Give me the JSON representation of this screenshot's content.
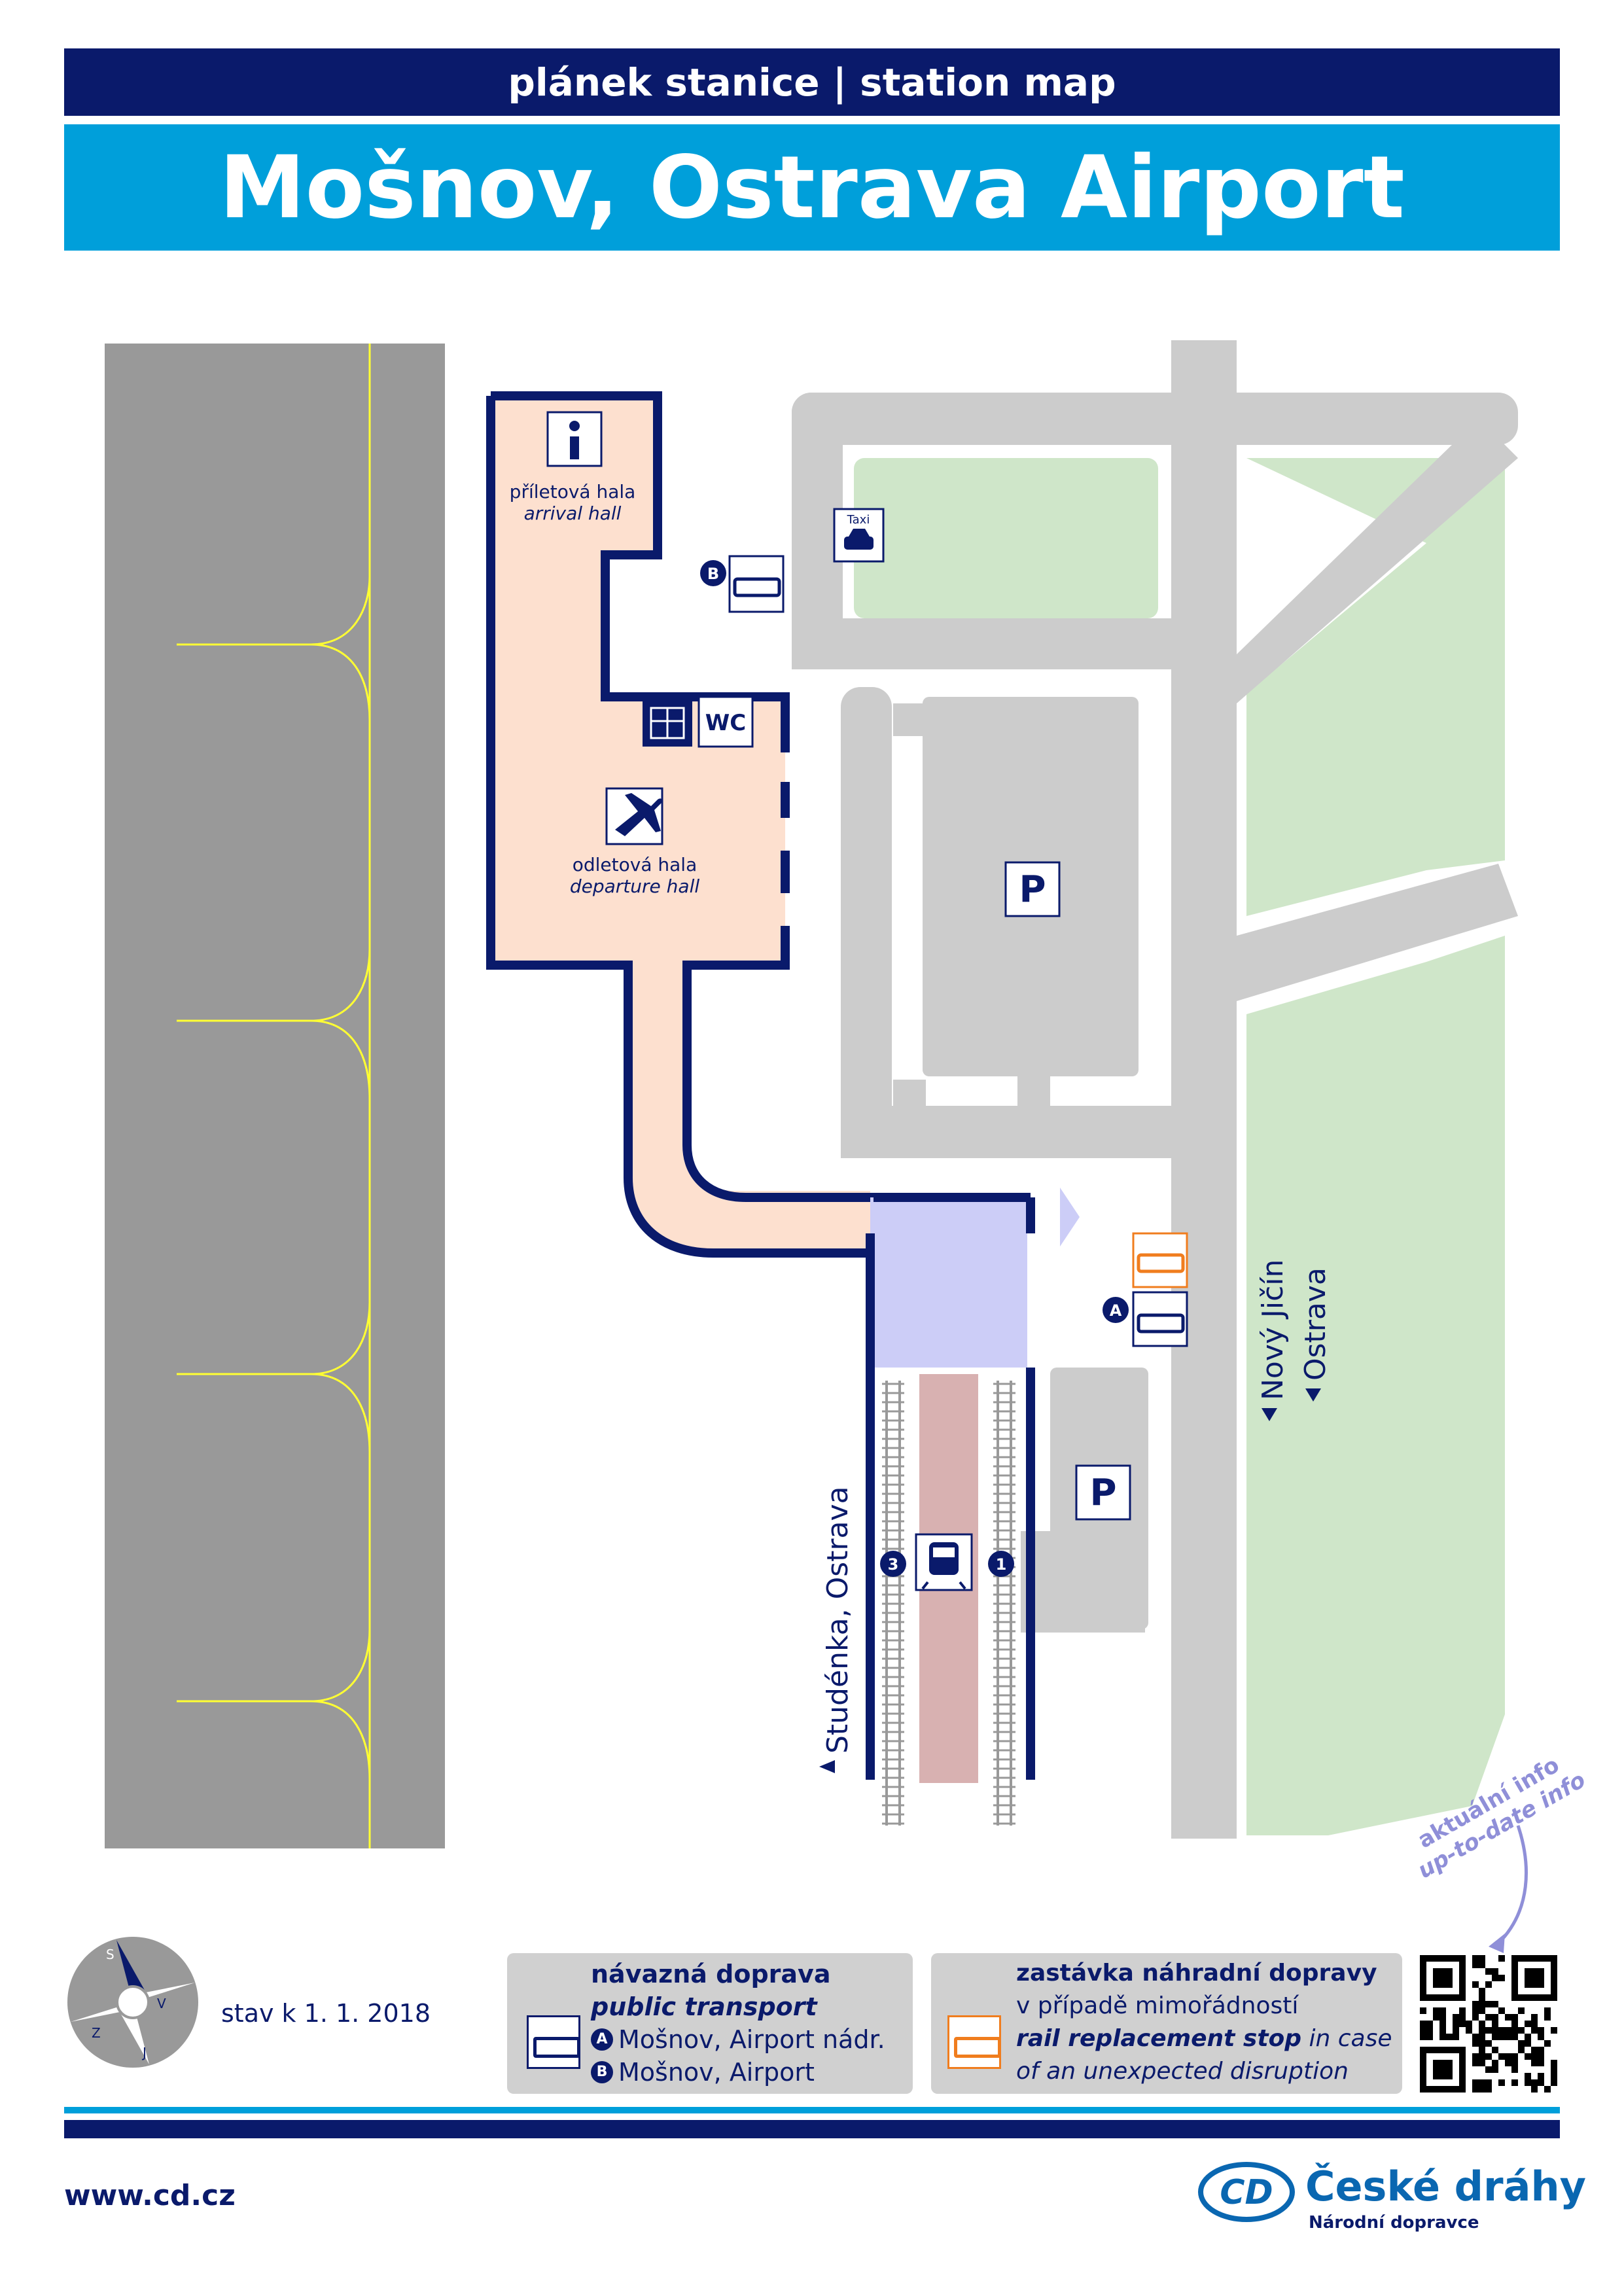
{
  "header": {
    "subtitle": "plánek stanice | station map",
    "title": "Mošnov, Ostrava Airport"
  },
  "map": {
    "arrival_hall_cz": "příletová hala",
    "arrival_hall_en": "arrival hall",
    "departure_hall_cz": "odletová hala",
    "departure_hall_en": "departure hall",
    "wc": "WC",
    "taxi": "Taxi",
    "parking": "P",
    "stop_a": "A",
    "stop_b": "B",
    "track_1": "1",
    "track_3": "3",
    "direction_left": "Studénka, Ostrava",
    "direction_right_1": "Nový Jičín",
    "direction_right_2": "Ostrava",
    "info_cz": "aktuální info",
    "info_en": "up-to-date info"
  },
  "legend": {
    "date": "stav k 1. 1. 2018",
    "public_transport_cz": "návazná doprava",
    "public_transport_en": "public transport",
    "stop_a_name": "Mošnov, Airport nádr.",
    "stop_b_name": "Mošnov, Airport",
    "replacement_cz": "zastávka náhradní dopravy",
    "replacement_cz2": "v případě mimořádností",
    "replacement_en_bold": "rail replacement stop",
    "replacement_en_rest": " in case",
    "replacement_en2": "of an unexpected disruption",
    "compass_s": "S",
    "compass_v": "V",
    "compass_j": "J",
    "compass_z": "Z"
  },
  "footer": {
    "url": "www.cd.cz",
    "brand": "České dráhy",
    "brand_sub": "Národní dopravce"
  },
  "colors": {
    "navy": "#0a1a6b",
    "blue": "#009fda",
    "hall": "#fde0cf",
    "green": "#cfe6c9",
    "road": "#cccccc",
    "runway": "#999999",
    "underpass": "#cccdf7",
    "platform": "#d8b1b1",
    "orange": "#f07d1e"
  }
}
